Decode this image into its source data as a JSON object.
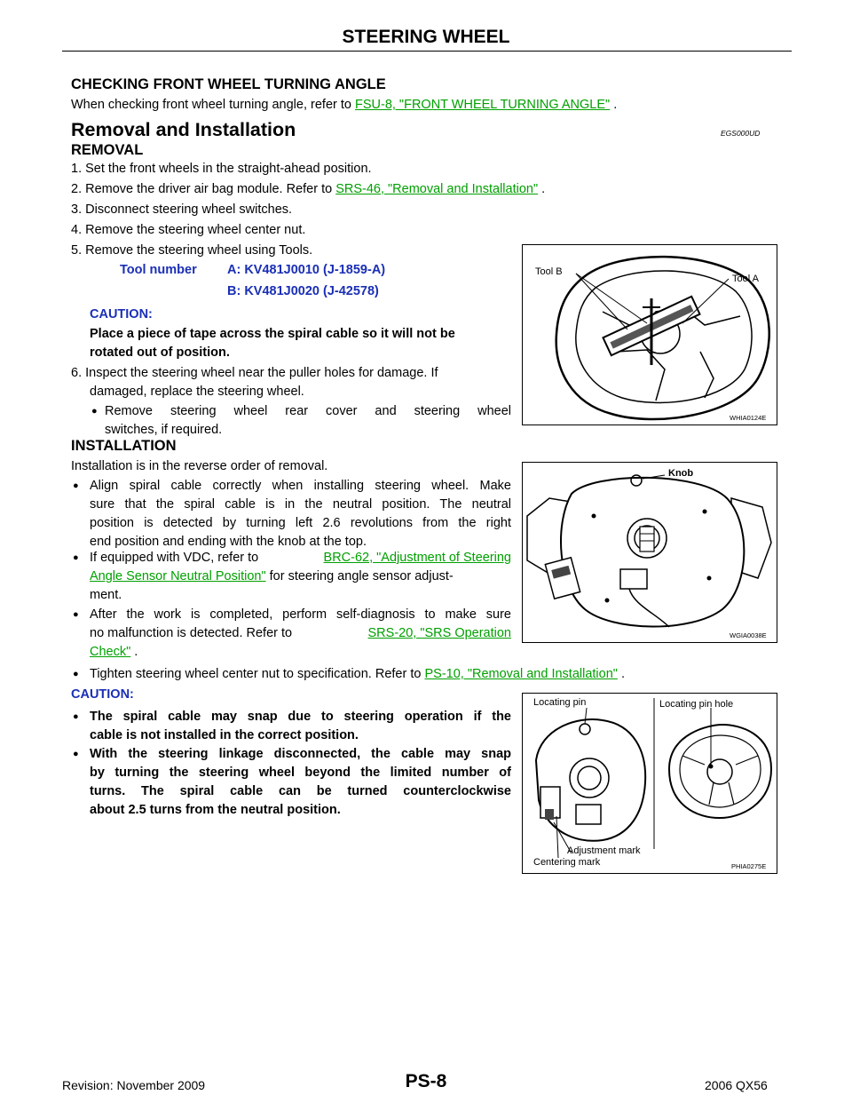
{
  "header": {
    "title": "STEERING WHEEL"
  },
  "check_section": {
    "heading": "CHECKING FRONT WHEEL TURNING ANGLE",
    "text_before": "When checking front wheel turning angle, refer to ",
    "link": "FSU-8, \"FRONT WHEEL TURNING ANGLE\"",
    "text_after": " ."
  },
  "removal_installation": {
    "heading": "Removal and Installation",
    "code": "EGS000UD"
  },
  "removal": {
    "heading": "REMOVAL",
    "step1": "1. Set the front wheels in the straight-ahead position.",
    "step2_pre": "2. Remove the driver air bag module. Refer to ",
    "step2_link": "SRS-46, \"Removal and Installation\"",
    "step2_post": " .",
    "step3": "3. Disconnect steering wheel switches.",
    "step4": "4. Remove the steering wheel center nut.",
    "step5": "5. Remove the steering wheel using Tools.",
    "tool_label": "Tool number",
    "tool_a": "A: KV481J0010 (J-1859-A)",
    "tool_b": "B: KV481J0020 (J-42578)",
    "caution_label": "CAUTION:",
    "caution_line1": "Place a piece of tape across the spiral cable so it will not be",
    "caution_line2": "rotated out of position.",
    "step6_line1": "6. Inspect the steering wheel near the puller holes for damage. If",
    "step6_line2": "damaged, replace the steering wheel.",
    "bullet_line1": "Remove steering wheel rear cover and steering wheel",
    "bullet_line2": "switches, if required."
  },
  "installation": {
    "heading": "INSTALLATION",
    "intro": "Installation is in the reverse order of removal.",
    "b1_l1": "Align spiral cable correctly when installing steering wheel. Make",
    "b1_l2": "sure that the spiral cable is in the neutral position. The neutral",
    "b1_l3": "position is detected by turning left 2.6 revolutions from the right",
    "b1_l4": "end position and ending with the knob at the top.",
    "b2_pre": "If equipped with VDC, refer to ",
    "b2_link1": "BRC-62, \"Adjustment of Steering",
    "b2_link2": "Angle Sensor Neutral Position\"",
    "b2_post": "  for steering angle sensor adjust-",
    "b2_l3": "ment.",
    "b3_l1": "After the work is completed, perform self-diagnosis to make sure",
    "b3_pre": "no malfunction is detected. Refer to ",
    "b3_link1": "SRS-20, \"SRS Operation",
    "b3_link2": "Check\"",
    "b3_post": " .",
    "b4_pre": "Tighten steering wheel center nut to specification. Refer to ",
    "b4_link": "PS-10, \"Removal and Installation\"",
    "b4_post": " .",
    "caution_label": "CAUTION:",
    "c1_l1": "The spiral cable may snap due to steering operation if the",
    "c1_l2": "cable is not installed in the correct position.",
    "c2_l1": "With the steering linkage disconnected, the cable may snap",
    "c2_l2": "by turning the steering wheel beyond the limited number of",
    "c2_l3": "turns. The spiral cable can be turned counterclockwise",
    "c2_l4": "about 2.5 turns from the neutral position."
  },
  "figures": {
    "fig1": {
      "label_b": "Tool B",
      "label_a": "Tool A",
      "code": "WHIA0124E"
    },
    "fig2": {
      "label_knob": "Knob",
      "code": "WGIA0038E"
    },
    "fig3": {
      "label_pin": "Locating pin",
      "label_hole": "Locating pin hole",
      "label_adj": "Adjustment mark",
      "label_center": "Centering mark",
      "code": "PHIA0275E"
    }
  },
  "footer": {
    "revision": "Revision: November 2009",
    "page": "PS-8",
    "model": "2006 QX56"
  }
}
